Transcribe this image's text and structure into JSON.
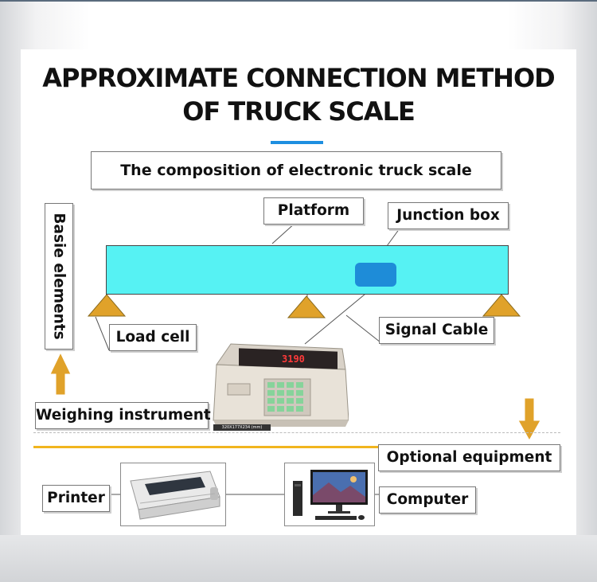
{
  "title": {
    "line1": "APPROXIMATE CONNECTION METHOD",
    "line2": "OF TRUCK SCALE"
  },
  "composition_label": "The composition of electronic truck scale",
  "side_label": "Basie elements",
  "labels": {
    "platform": "Platform",
    "junction_box": "Junction box",
    "load_cell": "Load cell",
    "signal_cable": "Signal Cable",
    "weighing_instrument": "Weighing instrument",
    "optional_equipment": "Optional equipment",
    "printer": "Printer",
    "computer": "Computer"
  },
  "instrument": {
    "display_value": "3190",
    "size_tag": "320X177X234 (mm)"
  },
  "colors": {
    "platform": "#56f2f3",
    "junction_box": "#1e8cd8",
    "load_cell": "#e0a22a",
    "arrow": "#e0a22a",
    "divider": "#f1b51e",
    "accent": "#1e8fe0"
  },
  "icons": [
    "arrow-up-icon",
    "arrow-down-icon",
    "load-cell-icon",
    "printer-icon",
    "computer-icon",
    "weighing-instrument-icon"
  ]
}
